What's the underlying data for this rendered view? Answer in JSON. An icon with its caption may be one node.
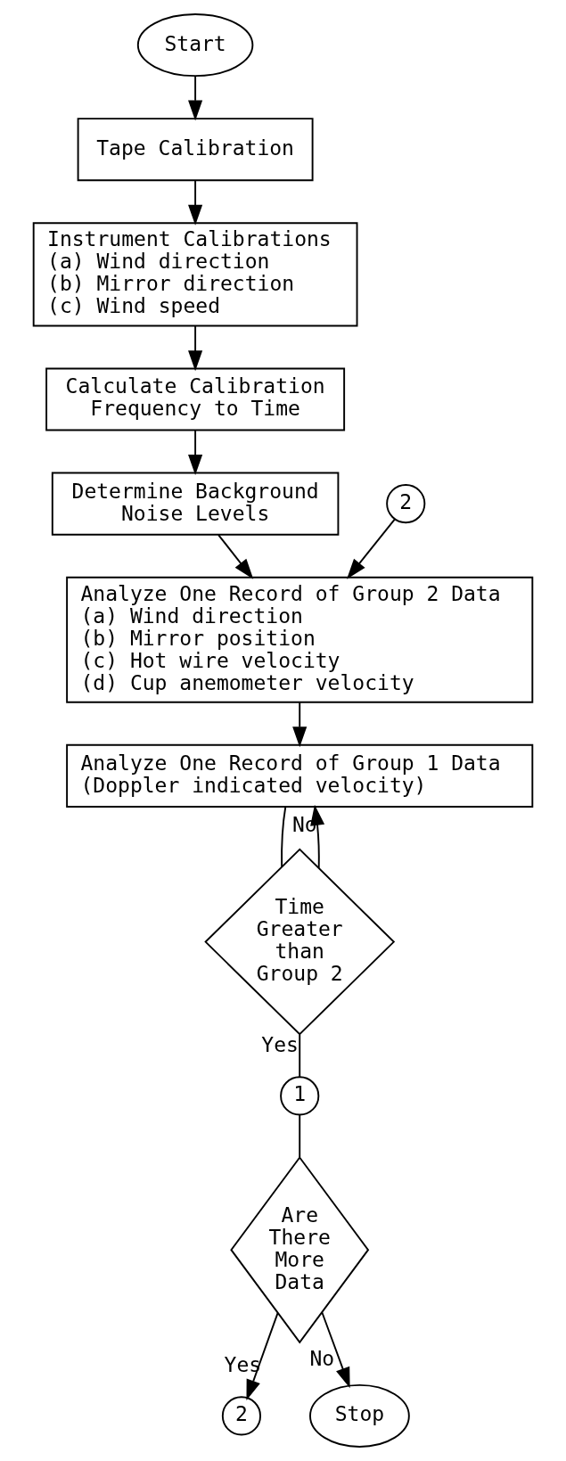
{
  "diagram": {
    "nodes": [
      {
        "text": [
          "Start"
        ]
      },
      {
        "text": [
          "Tape Calibration"
        ]
      },
      {
        "text": [
          "Instrument Calibrations",
          "(a) Wind direction",
          "(b) Mirror direction",
          "(c) Wind speed"
        ]
      },
      {
        "text": [
          "Calculate Calibration Frequency to Time"
        ]
      },
      {
        "text": [
          "Determine Background Noise Levels"
        ]
      },
      {
        "text": [
          "2"
        ]
      },
      {
        "text": [
          "Analyze One Record of Group 2 Data",
          "(a) Wind direction",
          "(b) Mirror position",
          "(c) Hot wire velocity",
          "(d) Cup anemometer velocity"
        ]
      },
      {
        "text": [
          "Analyze One Record of Group 1 Data",
          "(Doppler indicated velocity)"
        ]
      },
      {
        "text": [
          "Time Greater than Group 2"
        ]
      },
      {
        "text": [
          "1"
        ]
      },
      {
        "text": [
          "Are There More Data"
        ]
      },
      {
        "text": [
          "2"
        ]
      },
      {
        "text": [
          "Stop"
        ]
      }
    ],
    "edges": [
      {
        "from": 0,
        "to": 1,
        "arrow": "to"
      },
      {
        "from": 1,
        "to": 2,
        "arrow": "to"
      },
      {
        "from": 2,
        "to": 3,
        "arrow": "to"
      },
      {
        "from": 3,
        "to": 4,
        "arrow": "to"
      },
      {
        "from": 4,
        "to": 6,
        "arrow": "to"
      },
      {
        "from": 5,
        "to": 6,
        "arrow": "to"
      },
      {
        "from": 6,
        "to": 7,
        "arrow": "to"
      },
      {
        "from": 7,
        "to": 8,
        "arrow": "none"
      },
      {
        "from": 8,
        "to": 7,
        "arrow": "to",
        "label": "No"
      },
      {
        "from": 8,
        "to": 9,
        "arrow": "none",
        "label": "Yes"
      },
      {
        "from": 9,
        "to": 10,
        "arrow": "none"
      },
      {
        "from": 10,
        "to": 11,
        "arrow": "to",
        "label": "Yes"
      },
      {
        "from": 10,
        "to": 12,
        "arrow": "to",
        "label": "No"
      }
    ]
  }
}
